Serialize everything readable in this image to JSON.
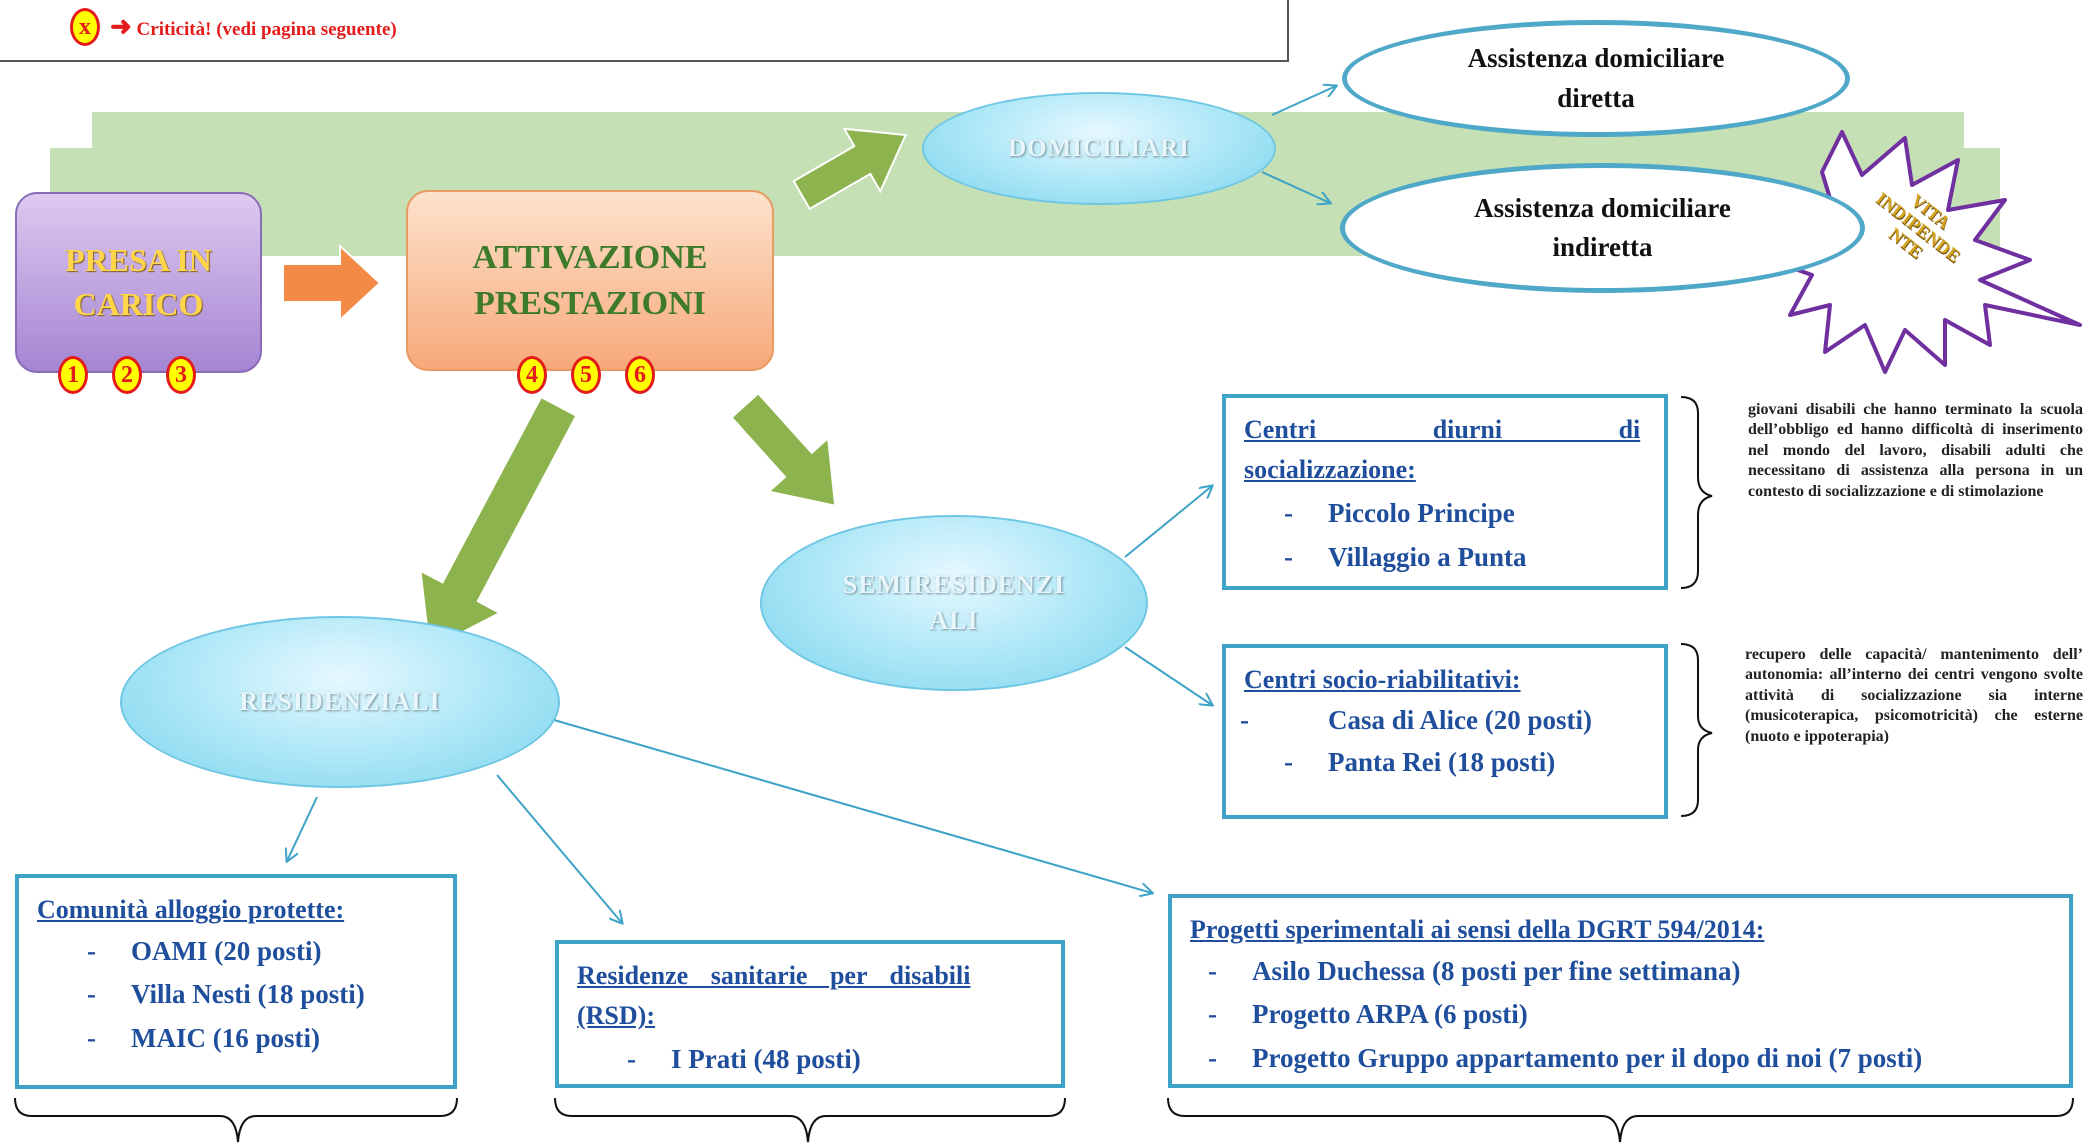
{
  "legend": {
    "badge": "x",
    "text": "Criticità! (vedi pagina seguente)"
  },
  "steps": {
    "presa_in_carico": {
      "line1": "PRESA IN",
      "line2": "CARICO",
      "badges": [
        "1",
        "2",
        "3"
      ]
    },
    "attivazione": {
      "line1": "ATTIVAZIONE",
      "line2": "PRESTAZIONI",
      "badges": [
        "4",
        "5",
        "6"
      ]
    }
  },
  "categories": {
    "domiciliari": "DOMICILIARI",
    "semiresidenziali": {
      "line1": "SEMIRESIDENZI",
      "line2": "ALI"
    },
    "residenziali": "RESIDENZIALI"
  },
  "domiciliari_services": {
    "diretta": {
      "line1": "Assistenza domiciliare",
      "line2": "diretta"
    },
    "indiretta": {
      "line1": "Assistenza domiciliare",
      "line2": "indiretta"
    }
  },
  "starburst": {
    "line1": "VITA",
    "line2": "INDIPENDE",
    "line3": "NTE"
  },
  "centri_diurni": {
    "title_line1": "Centri diurni di",
    "title_line2": "socializzazione:",
    "items": [
      "Piccolo Principe",
      "Villaggio a Punta"
    ],
    "note": "giovani disabili che hanno terminato la scuola dell’obbligo ed hanno difficoltà di inserimento nel mondo del lavoro, disabili adulti che necessitano di assistenza alla persona in un contesto di socializzazione e di stimolazione"
  },
  "centri_socio": {
    "title": "Centri socio-riabilitativi:",
    "items": [
      "Casa di Alice (20 posti)",
      "Panta Rei (18 posti)"
    ],
    "note": "recupero delle capacità/ mantenimento dell’ autonomia: all’interno dei centri vengono svolte attività di socializzazione sia interne (musicoterapica, psicomotricità) che esterne (nuoto e ippoterapia)"
  },
  "comunita": {
    "title": "Comunità alloggio protette:",
    "items": [
      "OAMI (20 posti)",
      "Villa Nesti (18 posti)",
      "MAIC (16 posti)"
    ]
  },
  "rsd": {
    "title_line1": "Residenze sanitarie per disabili",
    "title_line2": "(RSD):",
    "items": [
      "I Prati (48 posti)"
    ]
  },
  "progetti": {
    "title": "Progetti sperimentali ai sensi della DGRT 594/2014:",
    "items": [
      "Asilo Duchessa (8 posti per fine settimana)",
      "Progetto ARPA (6 posti)",
      "Progetto Gruppo appartamento per il dopo di noi (7 posti)"
    ]
  },
  "colors": {
    "band": "#c5e0b4",
    "badge_fill": "#ffff00",
    "badge_border": "#e31b1b",
    "box_border": "#3ea3c6",
    "box_text": "#1f4e9c",
    "green_arrow": "#8db34f",
    "orange_arrow": "#f38b46",
    "thin_arrow": "#3ea3c6",
    "starburst_border": "#7030a0"
  }
}
